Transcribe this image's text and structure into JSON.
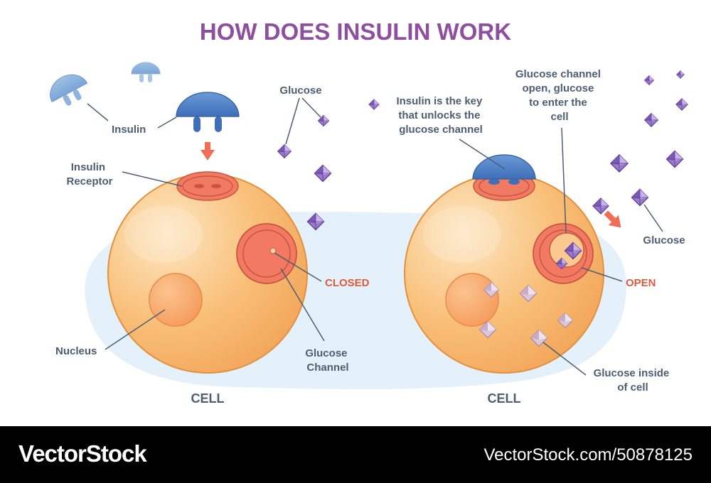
{
  "title": "HOW DOES INSULIN WORK",
  "left_panel": {
    "insulin_label": "Insulin",
    "glucose_label": "Glucose",
    "receptor_label": [
      "Insulin",
      "Receptor"
    ],
    "closed_label": "CLOSED",
    "nucleus_label": "Nucleus",
    "channel_label": [
      "Glucose",
      "Channel"
    ],
    "cell_label": "CELL"
  },
  "right_panel": {
    "key_label": [
      "Insulin is the key",
      "that unlocks  the",
      "glucose channel"
    ],
    "open_label_text": [
      "Glucose channel",
      "open, glucose",
      "to enter the",
      "cell"
    ],
    "glucose_label": "Glucose",
    "open_label": "OPEN",
    "inside_label": [
      "Glucose inside",
      "of cell"
    ],
    "cell_label": "CELL"
  },
  "footer": {
    "brand": "VectorStock",
    "credit": "VectorStock.com/50878125"
  },
  "colors": {
    "title": "#8e4fa0",
    "label": "#4d5e72",
    "accent_red": "#e05a3c",
    "insulin_blue": "#4a7fc4",
    "glucose_purple": "#7d5bb5",
    "cell_orange": "#f7b86a",
    "background_blob": "#e4f1fa"
  }
}
